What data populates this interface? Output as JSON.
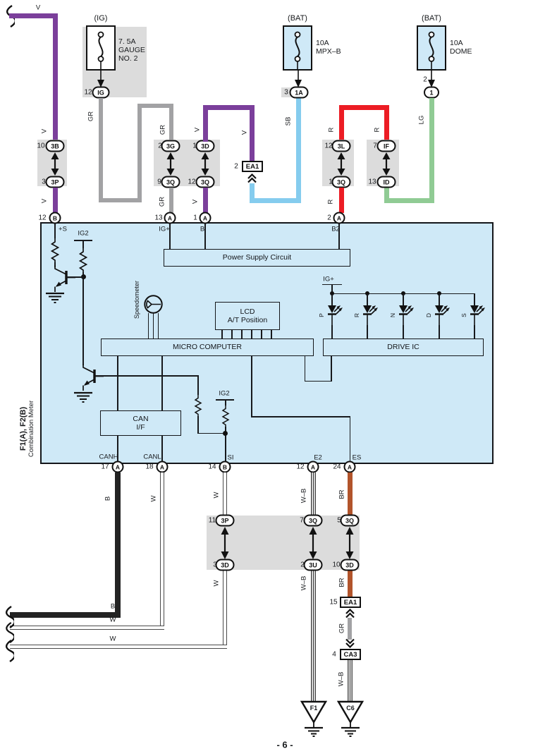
{
  "colors": {
    "violet": "#7b3f9b",
    "gray_wire": "#a2a2a4",
    "sky_blue": "#85ccee",
    "red": "#ec1c24",
    "light_green": "#90cb94",
    "brown": "#b2542b",
    "black_wire": "#232323",
    "meter_fill": "#cfe9f7",
    "panel": "#dcdcdc"
  },
  "fuses": {
    "gauge": {
      "tag": "(IG)",
      "l1": "7. 5A",
      "l2": "GAUGE",
      "l3": "NO. 2"
    },
    "mpxb": {
      "tag": "(BAT)",
      "l1": "10A",
      "l2": "MPX–B"
    },
    "dome": {
      "tag": "(BAT)",
      "l1": "10A",
      "l2": "DOME"
    }
  },
  "conn": {
    "ig": {
      "num": "12",
      "label": "IG"
    },
    "c3b": {
      "num": "10",
      "label": "3B"
    },
    "c3p": {
      "num": "3",
      "label": "3P"
    },
    "c3g": {
      "num": "2",
      "label": "3G"
    },
    "c3q9": {
      "num": "9",
      "label": "3Q"
    },
    "c3d1": {
      "num": "1",
      "label": "3D"
    },
    "c3q12": {
      "num": "12",
      "label": "3Q"
    },
    "ea1t": {
      "num": "2",
      "label": "EA1"
    },
    "c1a": {
      "num": "3",
      "label": "1A"
    },
    "dome1": {
      "num": "2",
      "label": "1"
    },
    "c3l": {
      "num": "12",
      "label": "3L"
    },
    "c3q1": {
      "num": "1",
      "label": "3Q"
    },
    "cif": {
      "num": "7",
      "label": "IF"
    },
    "cid": {
      "num": "13",
      "label": "ID"
    },
    "c3p11": {
      "num": "11",
      "label": "3P"
    },
    "c3d3": {
      "num": "3",
      "label": "3D"
    },
    "c3q7": {
      "num": "7",
      "label": "3Q"
    },
    "c3u2": {
      "num": "2",
      "label": "3U"
    },
    "c3q5": {
      "num": "5",
      "label": "3Q"
    },
    "c3d10": {
      "num": "10",
      "label": "3D"
    },
    "ea1b": {
      "num": "15",
      "label": "EA1"
    },
    "ca3": {
      "num": "4",
      "label": "CA3"
    }
  },
  "meter": {
    "title1": "F1(A), F2(B)",
    "title2": "Combination Meter",
    "pins": {
      "p12b": {
        "num": "12",
        "letter": "B",
        "signal": "+S"
      },
      "p13a": {
        "num": "13",
        "letter": "A",
        "signal": "IG+"
      },
      "p1a": {
        "num": "1",
        "letter": "A",
        "signal": "B"
      },
      "p2a": {
        "num": "2",
        "letter": "A",
        "signal": "B2"
      },
      "p17a": {
        "num": "17",
        "letter": "A",
        "signal": "CANH"
      },
      "p18a": {
        "num": "18",
        "letter": "A",
        "signal": "CANL"
      },
      "p14b": {
        "num": "14",
        "letter": "B",
        "signal": "SI"
      },
      "p12a": {
        "num": "12",
        "letter": "A",
        "signal": "E2"
      },
      "p24a": {
        "num": "24",
        "letter": "A",
        "signal": "ES"
      }
    },
    "blocks": {
      "psc": "Power Supply Circuit",
      "mc": "MICRO COMPUTER",
      "dic": "DRIVE IC",
      "lcd1": "LCD",
      "lcd2": "A/T Position",
      "can1": "CAN",
      "can2": "I/F",
      "speedo": "Speedometer"
    },
    "ig2": "IG2",
    "igplus": "IG+",
    "leds": [
      "P",
      "R",
      "N",
      "D",
      "S"
    ]
  },
  "wl": {
    "v": "V",
    "gr": "GR",
    "sb": "SB",
    "r": "R",
    "lg": "LG",
    "b": "B",
    "w": "W",
    "wb": "W–B",
    "br": "BR"
  },
  "grounds": {
    "f1": "F1",
    "c6": "C6"
  },
  "page_number": "- 6 -"
}
